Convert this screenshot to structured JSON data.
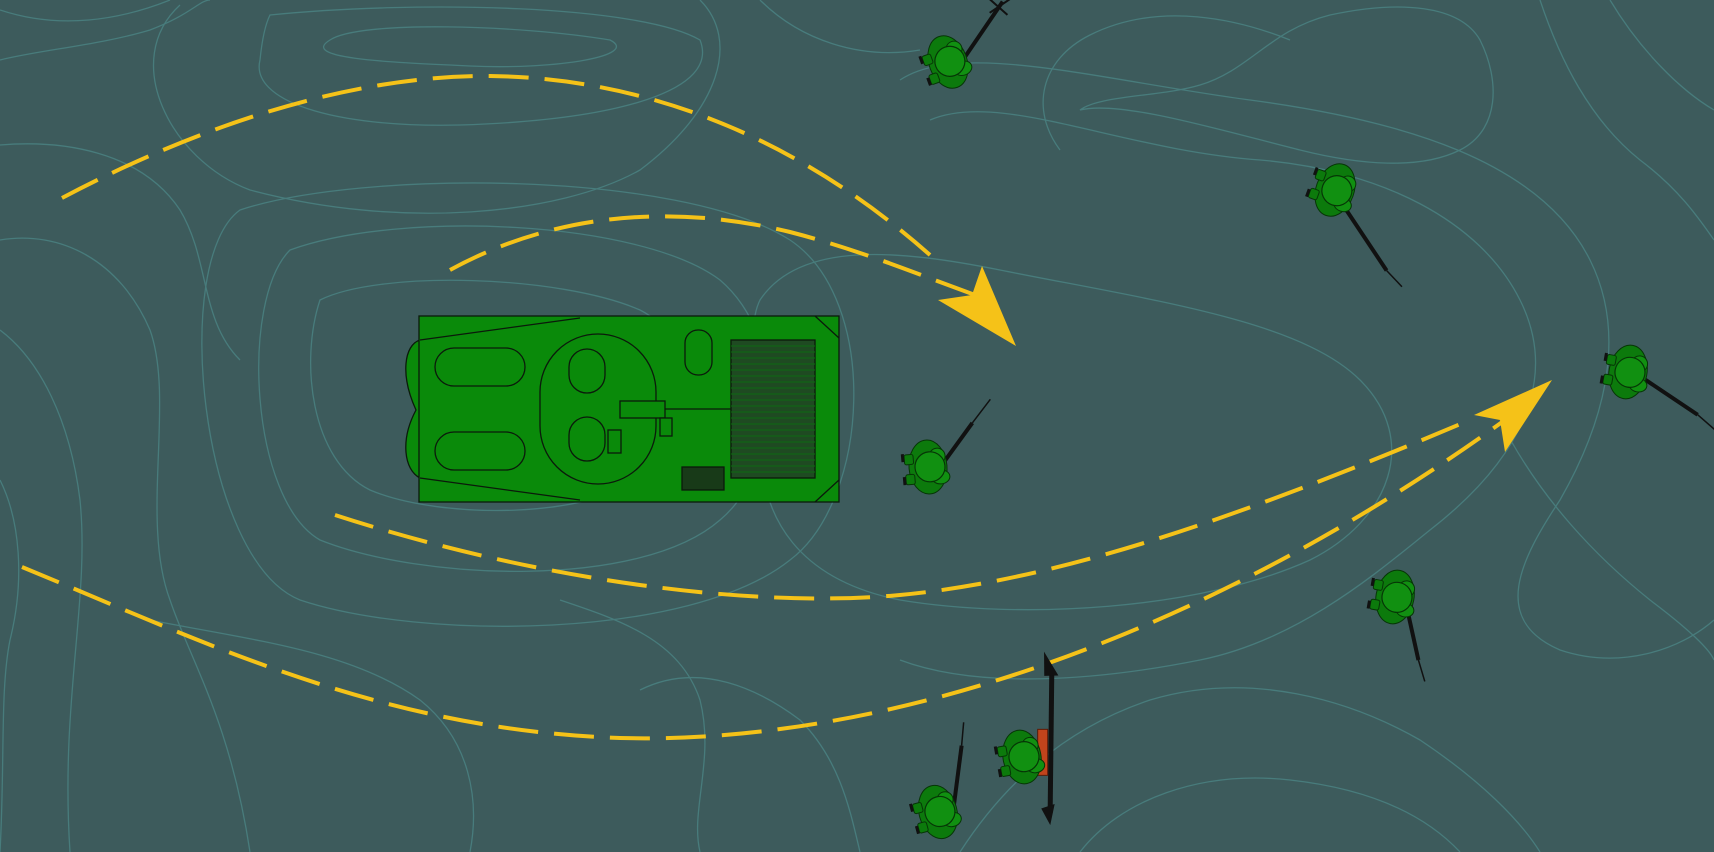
{
  "banner": {
    "title": ""
  },
  "colors": {
    "ground": "#3d5b5c",
    "contour": "#4a8282",
    "route": "#f5c218",
    "vehicle": "#0a8a0a",
    "vehicle_outline": "#0b1a0b",
    "soldier": "#119011",
    "rifle": "#111111",
    "launcher_tube": "#c0441c"
  },
  "elements": {
    "vehicle": "armored-vehicle-top-view",
    "soldiers": [
      "rifleman-north",
      "rifleman-north-east",
      "rifleman-east",
      "rifleman-center",
      "rifleman-south-east",
      "rocket-launcher-soldier",
      "rifleman-south"
    ],
    "routes": [
      "dashed-route-upper-outer",
      "dashed-route-upper-inner",
      "dashed-route-lower-inner",
      "dashed-route-lower-outer"
    ]
  }
}
